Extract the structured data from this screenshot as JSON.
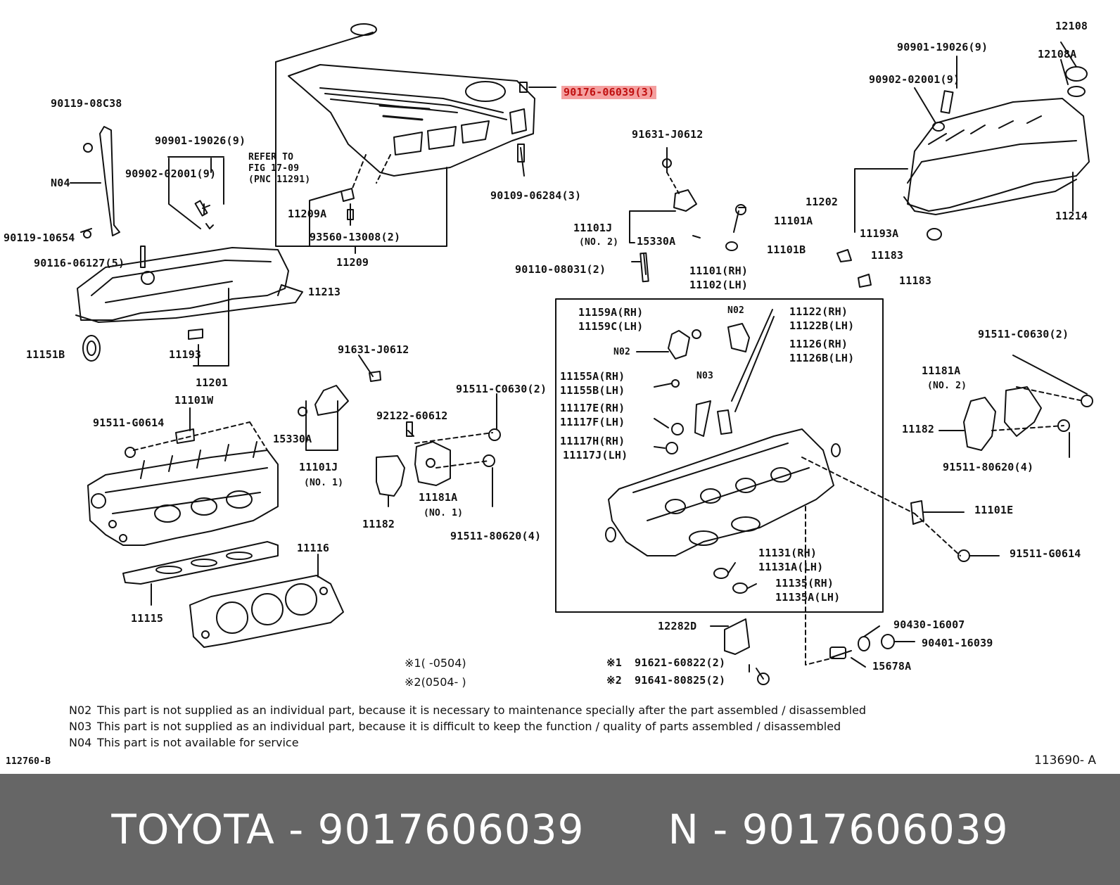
{
  "highlight_color": "#f4a0a0",
  "footer": {
    "background": "#666666",
    "brand": "TOYOTA",
    "sep1": "-",
    "part_no_1": "9017606039",
    "n_label": "N",
    "sep2": "-",
    "part_no_2": "9017606039"
  },
  "diagram": {
    "codes": {
      "left_ref": "112760-B",
      "right_ref": "113690- A"
    },
    "refer": {
      "line1": "REFER TO",
      "line2": "FIG 17-09",
      "line3": "(PNC 11291)"
    },
    "period_notes": {
      "n1": "※1(      -0504)",
      "n2": "※2(0504-      )"
    },
    "notes": [
      {
        "code": "N02",
        "text": "This part is not supplied as an individual part, because it is necessary to maintenance specially after the part assembled / disassembled"
      },
      {
        "code": "N03",
        "text": "This part is not supplied as an individual part, because it is difficult to keep the function / quality of parts  assembled / disassembled"
      },
      {
        "code": "N04",
        "text": "This part is not available for service"
      }
    ],
    "labels": {
      "p90176": "90176-06039(3)",
      "p90119_08c38": "90119-08C38",
      "n04": "N04",
      "p90119_10654": "90119-10654",
      "p90901_19026_l": "90901-19026(9)",
      "p90902_02001_l": "90902-02001(9)",
      "p90109": "90109-06284(3)",
      "p11209a": "11209A",
      "p93560": "93560-13008(2)",
      "p11209": "11209",
      "p90116": "90116-06127(5)",
      "p11213": "11213",
      "p11151b": "11151B",
      "p11193": "11193",
      "p11201": "11201",
      "p11101w": "11101W",
      "p91511_g0614_l": "91511-G0614",
      "p15330a_l": "15330A",
      "p11101j_l": "11101J",
      "p11101j_l_no": "(NO. 1)",
      "p91631_mid": "91631-J0612",
      "p92122": "92122-60612",
      "p91511_c0630_m": "91511-C0630(2)",
      "p11182_m": "11182",
      "p11181a_m": "11181A",
      "p11181a_m_no": "(NO. 1)",
      "p91511_80620_m": "91511-80620(4)",
      "p11115": "11115",
      "p11116": "11116",
      "p91631_top": "91631-J0612",
      "p11101j_r": "11101J",
      "p11101j_r_no": "(NO. 2)",
      "p15330a_r": "15330A",
      "p90110": "90110-08031(2)",
      "p11101a": "11101A",
      "p11101b": "11101B",
      "p11101_rh": "11101(RH)",
      "p11102_lh": "11102(LH)",
      "p11159a": "11159A(RH)",
      "p11159c": "11159C(LH)",
      "n02_a": "N02",
      "n02_b": "N02",
      "n03": "N03",
      "p11155a": "11155A(RH)",
      "p11155b": "11155B(LH)",
      "p11117e": "11117E(RH)",
      "p11117f": "11117F(LH)",
      "p11117h": "11117H(RH)",
      "p11117j": "11117J(LH)",
      "p11122": "11122(RH)",
      "p11122b": "11122B(LH)",
      "p11126": "11126(RH)",
      "p11126b": "11126B(LH)",
      "p11131": "11131(RH)",
      "p11131a": "11131A(LH)",
      "p11135": "11135(RH)",
      "p11135a": "11135A(LH)",
      "p12108": "12108",
      "p12108a": "12108A",
      "p90901_19026_r": "90901-19026(9)",
      "p90902_02001_r": "90902-02001(9)",
      "p11202": "11202",
      "p11214": "11214",
      "p11193a": "11193A",
      "p11183_a": "11183",
      "p11183_b": "11183",
      "p91511_c0630_r": "91511-C0630(2)",
      "p11181a_r": "11181A",
      "p11181a_r_no": "(NO. 2)",
      "p11182_r": "11182",
      "p91511_80620_r": "91511-80620(4)",
      "p11101e": "11101E",
      "p91511_g0614_r": "91511-G0614",
      "p12282d": "12282D",
      "p90430": "90430-16007",
      "p90401": "90401-16039",
      "p15678a": "15678A",
      "p91621": "91621-60822(2)",
      "p91641": "91641-80825(2)",
      "mark1": "※1",
      "mark2": "※2"
    }
  }
}
